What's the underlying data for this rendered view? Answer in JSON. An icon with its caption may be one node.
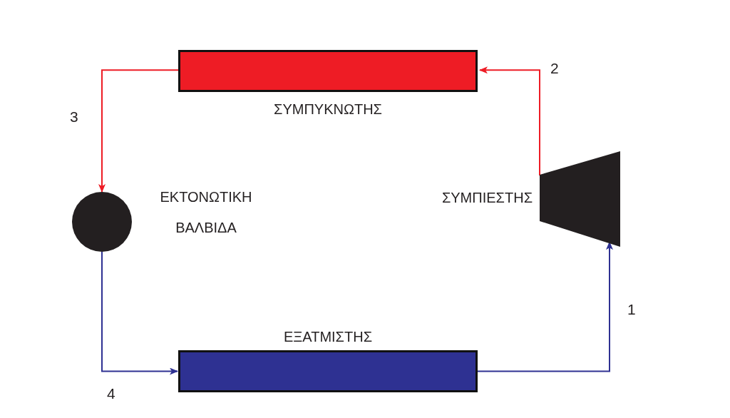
{
  "diagram": {
    "nodes": [
      {
        "text": [
          "ΣΥΜΠΥΚΝΩΤΗΣ"
        ]
      },
      {
        "text": [
          "ΕΚΤΟΝΩΤΙΚΗ ΒΑΛΒΙΔΑ"
        ]
      },
      {
        "text": [
          "ΕΞΑΤΜΙΣΤΗΣ"
        ]
      },
      {
        "text": [
          "ΣΥΜΠΙΕΣΤΗΣ"
        ]
      }
    ],
    "edges": [
      {
        "from": 3,
        "to": 0,
        "arrow": "to",
        "label": "2",
        "color": "#ee1c25"
      },
      {
        "from": 0,
        "to": 1,
        "arrow": "to",
        "label": "3",
        "color": "#ee1c25"
      },
      {
        "from": 1,
        "to": 2,
        "arrow": "to",
        "label": "4",
        "color": "#2e3192"
      },
      {
        "from": 2,
        "to": 3,
        "arrow": "to",
        "label": "1",
        "color": "#2e3192"
      }
    ]
  }
}
